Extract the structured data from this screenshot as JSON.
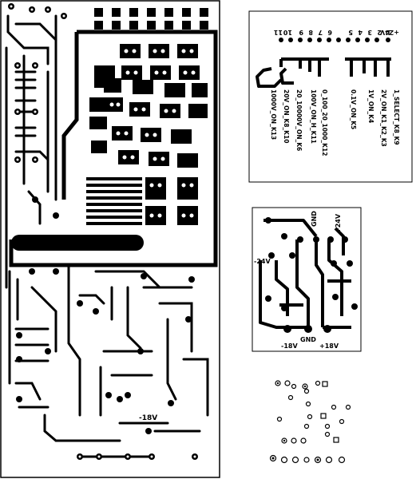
{
  "main_board": {
    "label": "-18V"
  },
  "connector_board": {
    "pin_numbers": [
      "+24V",
      "1",
      "2",
      "3",
      "4",
      "5",
      "6",
      "7",
      "8",
      "9",
      "10",
      "11"
    ],
    "signal_labels": [
      "1_SELECT_K8_K9",
      "2V_ON_K1_K2_K3",
      "1V_ON_K4",
      "0.1V_ON_K5",
      "0_100_20_1000_K12",
      "100V_ON_H_K11",
      "20_10000V_ON_K6",
      "20V_ON_K8_K10",
      "1000V_ON_K13"
    ]
  },
  "power_board": {
    "labels": {
      "gnd_top": "GND",
      "plus24": "+24V",
      "minus24": "-24V",
      "minus18": "-18V",
      "gnd_bottom": "GND",
      "plus18": "+18V"
    }
  },
  "drill_board": {}
}
